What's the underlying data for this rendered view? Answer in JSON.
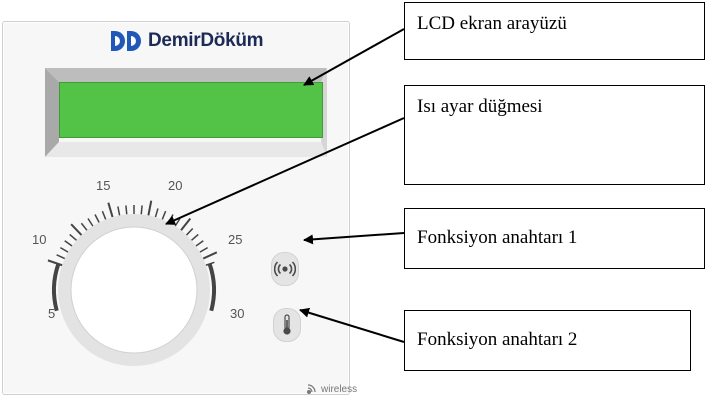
{
  "device": {
    "brand": "DemirDöküm",
    "dial_scale": [
      "5",
      "10",
      "15",
      "20",
      "25",
      "30"
    ],
    "wireless_label": "wireless",
    "colors": {
      "lcd": "#52c347",
      "brand_blue": "#1f58b8",
      "brand_text": "#1c2a55"
    },
    "icons": [
      "signal-icon",
      "thermometer-icon",
      "wireless-icon"
    ]
  },
  "callouts": {
    "lcd": "LCD ekran arayüzü",
    "dial": "Isı ayar düğmesi",
    "fn1": "Fonksiyon anahtarı 1",
    "fn2": "Fonksiyon anahtarı 2"
  }
}
